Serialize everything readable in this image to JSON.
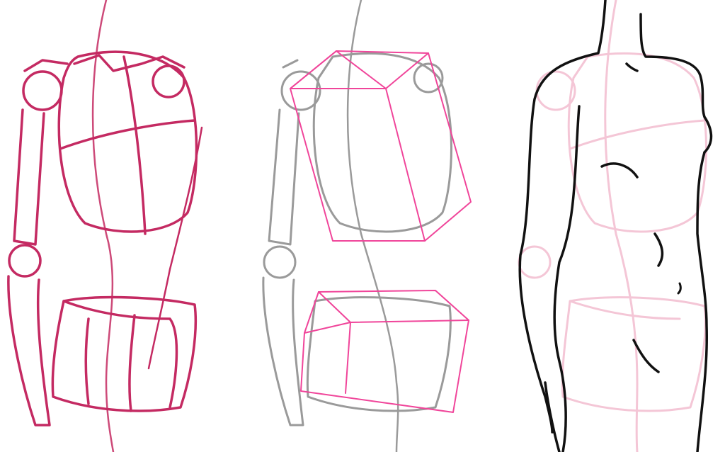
{
  "illustration": {
    "panels": [
      "construction-sketch",
      "box-volumes",
      "final-lineart"
    ],
    "colors": {
      "sketch_pink": "#c42a62",
      "box_fill": "#f9b6d6",
      "box_stroke": "#f0459a",
      "gray_sketch": "#9a9a9a",
      "guide_pink": "#f4c6d6",
      "lineart": "#111111",
      "background": "#ffffff"
    }
  }
}
